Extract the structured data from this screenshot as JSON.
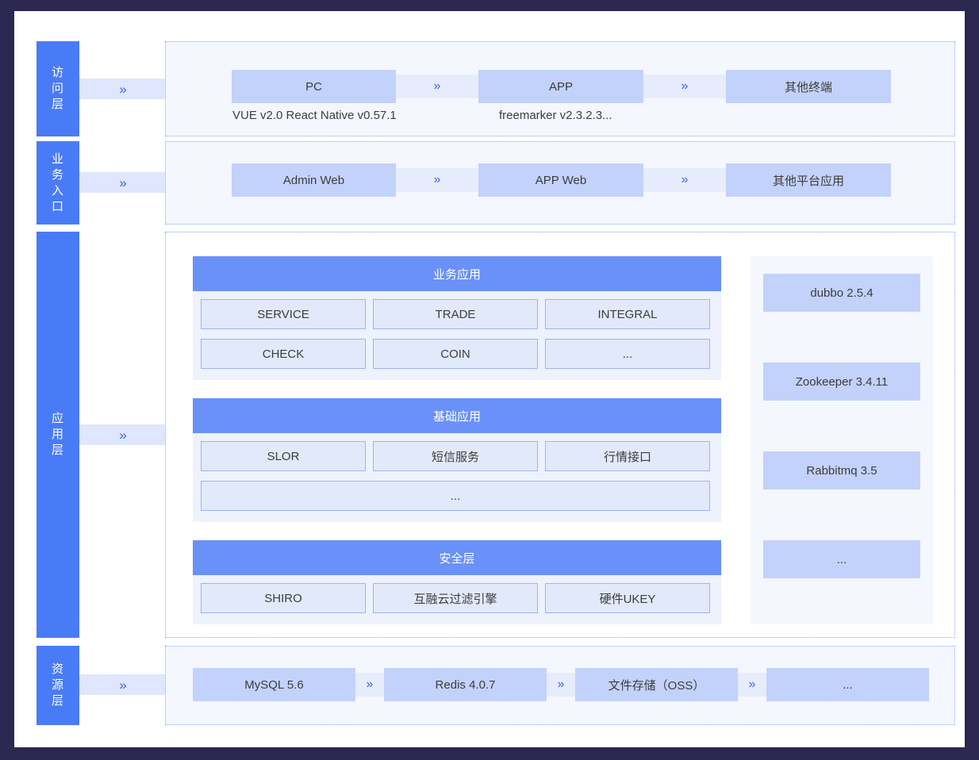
{
  "theme": {
    "frame_bg": "#2c2750",
    "canvas_bg": "#ffffff",
    "tab_blue": "#4a7bf7",
    "group_head_blue": "#6a91f7",
    "chip_blue": "#c3d2fb",
    "cell_blue": "#e2e9fb",
    "panel_bg": "#f4f7fe",
    "connector_bg": "#dfe6fd",
    "arrow_color": "#3f62e0",
    "text_dark": "#3c3c3c"
  },
  "arrow_glyph": "»",
  "layers": [
    {
      "key": "access",
      "label": "访问层",
      "chips": [
        "PC",
        "APP",
        "其他终端"
      ],
      "notes": [
        "VUE v2.0 React Native v0.57.1",
        "freemarker v2.3.2.3..."
      ]
    },
    {
      "key": "entry",
      "label": "业务入口",
      "chips": [
        "Admin  Web",
        "APP  Web",
        "其他平台应用"
      ]
    },
    {
      "key": "application",
      "label": "应用层",
      "groups": [
        {
          "title": "业务应用",
          "rows": [
            [
              "SERVICE",
              "TRADE",
              "INTEGRAL"
            ],
            [
              "CHECK",
              "COIN",
              "..."
            ]
          ]
        },
        {
          "title": "基础应用",
          "rows": [
            [
              "SLOR",
              "短信服务",
              "行情接口"
            ]
          ],
          "wide_row": "..."
        },
        {
          "title": "安全层",
          "rows": [
            [
              "SHIRO",
              "互融云过滤引擎",
              "硬件UKEY"
            ]
          ]
        }
      ],
      "middleware": [
        "dubbo 2.5.4",
        "Zookeeper 3.4.11",
        "Rabbitmq 3.5",
        "..."
      ]
    },
    {
      "key": "resource",
      "label": "资源层",
      "chips": [
        "MySQL 5.6",
        "Redis 4.0.7",
        "文件存储（OSS）",
        "..."
      ]
    }
  ]
}
